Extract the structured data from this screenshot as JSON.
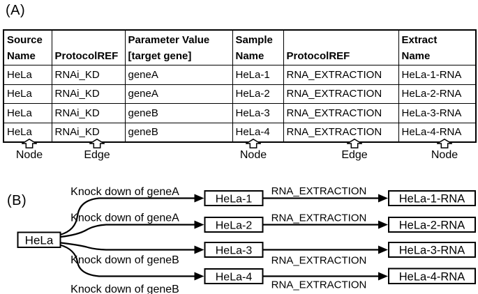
{
  "figure": {
    "panel_a_label": "(A)",
    "panel_b_label": "(B)"
  },
  "table": {
    "headers": [
      "Source\nName",
      "ProtocolREF",
      "Parameter Value\n[target gene]",
      "Sample\nName",
      "ProtocolREF",
      "Extract\nName"
    ],
    "rows": [
      [
        "HeLa",
        "RNAi_KD",
        "geneA",
        "HeLa-1",
        "RNA_EXTRACTION",
        "HeLa-1-RNA"
      ],
      [
        "HeLa",
        "RNAi_KD",
        "geneA",
        "HeLa-2",
        "RNA_EXTRACTION",
        "HeLa-2-RNA"
      ],
      [
        "HeLa",
        "RNAi_KD",
        "geneB",
        "HeLa-3",
        "RNA_EXTRACTION",
        "HeLa-3-RNA"
      ],
      [
        "HeLa",
        "RNAi_KD",
        "geneB",
        "HeLa-4",
        "RNA_EXTRACTION",
        "HeLa-4-RNA"
      ]
    ]
  },
  "annotations": {
    "items": [
      {
        "label": "Node"
      },
      {
        "label": "Edge"
      },
      {
        "label": "Node"
      },
      {
        "label": "Edge"
      },
      {
        "label": "Node"
      }
    ]
  },
  "graph": {
    "source": "HeLa",
    "edges_left": [
      "Knock down of geneA",
      "Knock down of geneA",
      "Knock down of geneB",
      "Knock down of geneB"
    ],
    "samples": [
      "HeLa-1",
      "HeLa-2",
      "HeLa-3",
      "HeLa-4"
    ],
    "edges_right": [
      "RNA_EXTRACTION",
      "RNA_EXTRACTION",
      "RNA_EXTRACTION",
      "RNA_EXTRACTION"
    ],
    "extracts": [
      "HeLa-1-RNA",
      "HeLa-2-RNA",
      "HeLa-3-RNA",
      "HeLa-4-RNA"
    ]
  },
  "colors": {
    "ink": "#000000",
    "background": "#ffffff"
  }
}
